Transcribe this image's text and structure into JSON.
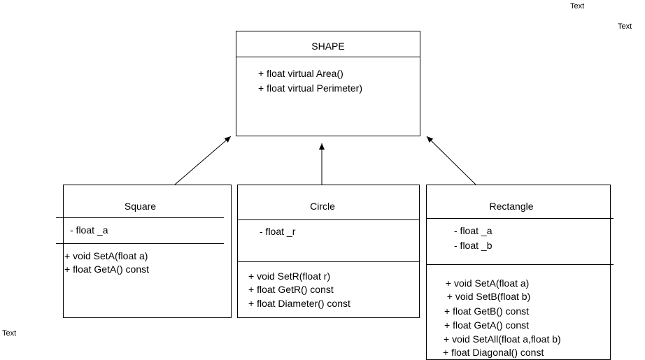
{
  "free_labels": [
    "Text",
    "Text",
    "Text"
  ],
  "shape": {
    "title": "SHAPE",
    "methods": [
      "+ float virtual Area()",
      "+ float virtual Perimeter)"
    ]
  },
  "square": {
    "title": "Square",
    "attributes": [
      "- float _a"
    ],
    "methods": [
      "+ void SetA(float a)",
      "+ float GetA() const"
    ]
  },
  "circle": {
    "title": "Circle",
    "attributes": [
      "- float _r"
    ],
    "methods": [
      "+ void SetR(float r)",
      "+ float GetR() const",
      "+ float Diameter() const"
    ]
  },
  "rectangle": {
    "title": "Rectangle",
    "attributes": [
      "- float _a",
      "- float _b"
    ],
    "methods": [
      " + void SetA(float a)",
      "  + void SetB(float b)",
      "+ float GetB() const",
      "+ float GetA() const",
      "+ void SetAll(float a,float b)",
      "+ float Diagonal() const"
    ]
  }
}
